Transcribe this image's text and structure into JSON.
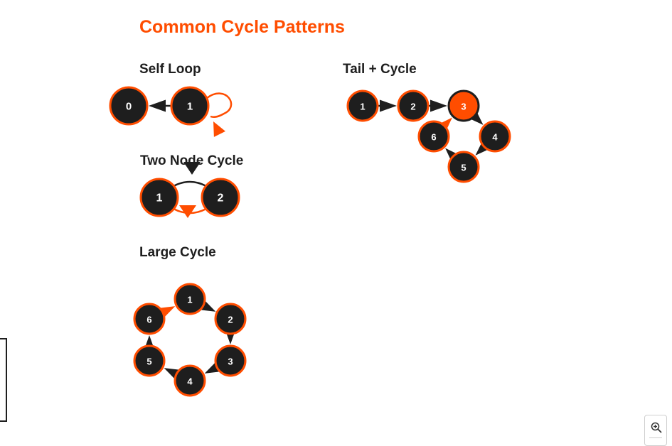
{
  "title": "Common Cycle Patterns",
  "sections": {
    "self_loop": {
      "title": "Self Loop",
      "nodes": [
        "0",
        "1"
      ]
    },
    "two_node": {
      "title": "Two Node Cycle",
      "nodes": [
        "1",
        "2"
      ]
    },
    "large_cycle": {
      "title": "Large Cycle",
      "nodes": [
        "1",
        "2",
        "3",
        "4",
        "5",
        "6"
      ]
    },
    "tail_cycle": {
      "title": "Tail + Cycle",
      "nodes": [
        "1",
        "2",
        "3",
        "4",
        "5",
        "6"
      ],
      "highlight_node": "3"
    }
  },
  "colors": {
    "accent": "#ff4d00",
    "node_fill": "#1e1e1e",
    "node_stroke": "#ff4d00",
    "text": "#1e1e1e",
    "node_text": "#ffffff"
  },
  "icons": {
    "zoom": "zoom-in-icon"
  }
}
